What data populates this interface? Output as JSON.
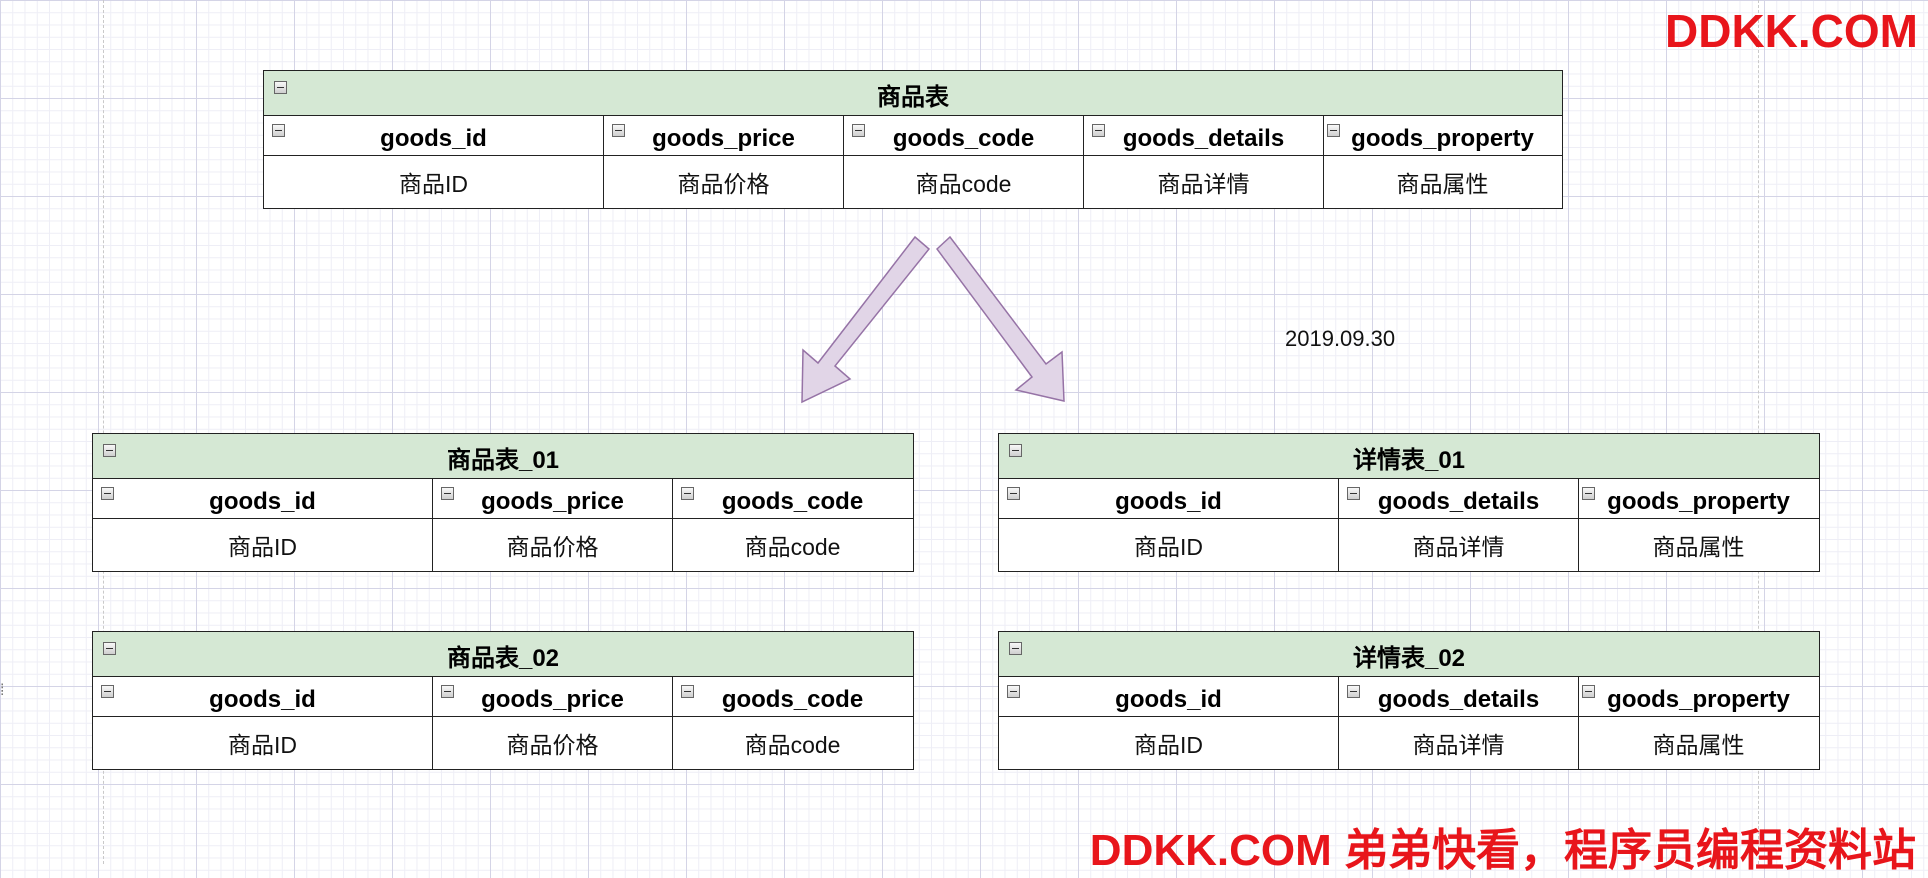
{
  "main_table": {
    "title": "商品表",
    "columns": [
      "goods_id",
      "goods_price",
      "goods_code",
      "goods_details",
      "goods_property"
    ],
    "values": [
      "商品ID",
      "商品价格",
      "商品code",
      "商品详情",
      "商品属性"
    ]
  },
  "split_tables": [
    {
      "title": "商品表_01",
      "columns": [
        "goods_id",
        "goods_price",
        "goods_code"
      ],
      "values": [
        "商品ID",
        "商品价格",
        "商品code"
      ]
    },
    {
      "title": "详情表_01",
      "columns": [
        "goods_id",
        "goods_details",
        "goods_property"
      ],
      "values": [
        "商品ID",
        "商品详情",
        "商品属性"
      ]
    },
    {
      "title": "商品表_02",
      "columns": [
        "goods_id",
        "goods_price",
        "goods_code"
      ],
      "values": [
        "商品ID",
        "商品价格",
        "商品code"
      ]
    },
    {
      "title": "详情表_02",
      "columns": [
        "goods_id",
        "goods_details",
        "goods_property"
      ],
      "values": [
        "商品ID",
        "商品详情",
        "商品属性"
      ]
    }
  ],
  "date_label": "2019.09.30",
  "watermark_top": "DDKK.COM",
  "watermark_bottom": "DDKK.COM 弟弟快看，程序员编程资料站",
  "colors": {
    "table_header_fill": "#d5e8d4",
    "arrow_fill": "#e1d5e7",
    "arrow_stroke": "#9673a6",
    "watermark": "#e8151b"
  }
}
